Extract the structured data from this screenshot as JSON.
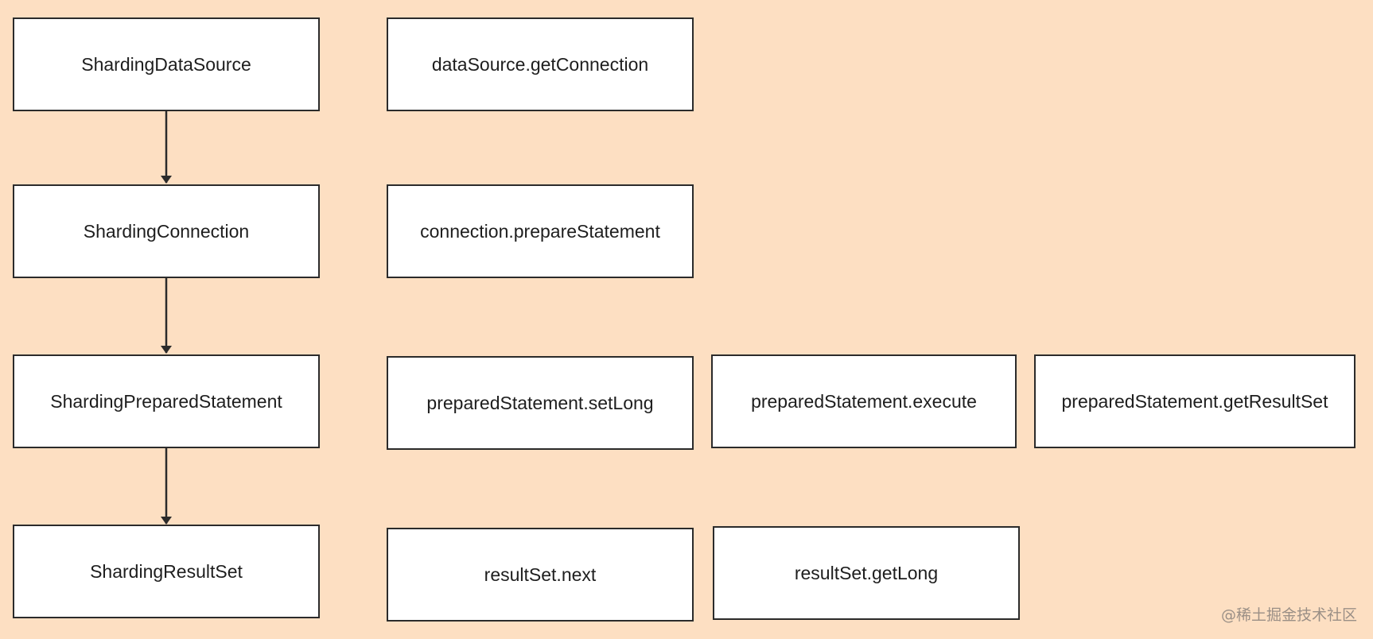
{
  "diagram": {
    "classes": [
      "ShardingDataSource",
      "ShardingConnection",
      "ShardingPreparedStatement",
      "ShardingResultSet"
    ],
    "methods": {
      "data_source": [
        "dataSource.getConnection"
      ],
      "connection": [
        "connection.prepareStatement"
      ],
      "prepared_statement": [
        "preparedStatement.setLong",
        "preparedStatement.execute",
        "preparedStatement.getResultSet"
      ],
      "result_set": [
        "resultSet.next",
        "resultSet.getLong"
      ]
    }
  },
  "watermark": "@稀土掘金技术社区",
  "colors": {
    "background": "#fddfc2",
    "box_fill": "#ffffff",
    "box_border": "#2b2b2b",
    "arrow": "#2b2b2b"
  }
}
